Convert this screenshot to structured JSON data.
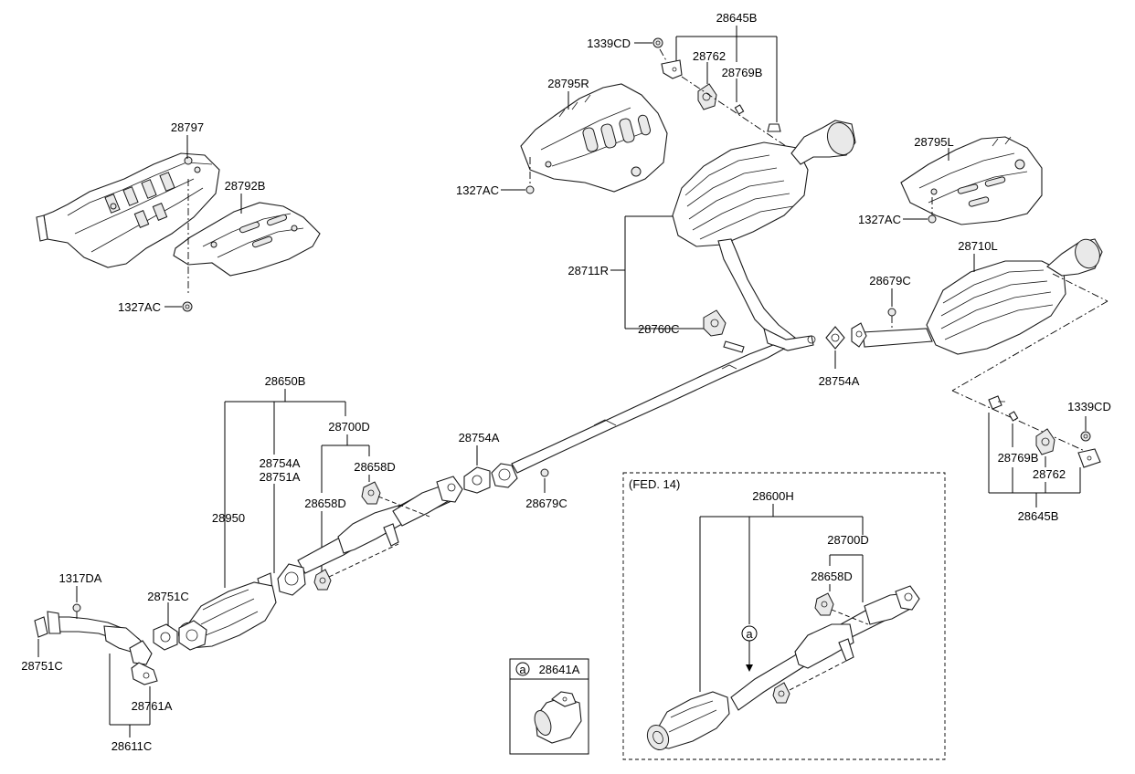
{
  "labels": {
    "l_28797": "28797",
    "l_28792B": "28792B",
    "l_1327AC_a": "1327AC",
    "l_28795R": "28795R",
    "l_1327AC_b": "1327AC",
    "l_28645B_top": "28645B",
    "l_1339CD_top": "1339CD",
    "l_28762_top": "28762",
    "l_28769B_top": "28769B",
    "l_28795L": "28795L",
    "l_1327AC_c": "1327AC",
    "l_28711R": "28711R",
    "l_28760C": "28760C",
    "l_28754A_right": "28754A",
    "l_28679C_right": "28679C",
    "l_28710L": "28710L",
    "l_1339CD_right": "1339CD",
    "l_28769B_right": "28769B",
    "l_28762_right": "28762",
    "l_28645B_right": "28645B",
    "l_28650B": "28650B",
    "l_28700D_main": "28700D",
    "l_28754A_mid": "28754A",
    "l_28751A": "28751A",
    "l_28658D_a": "28658D",
    "l_28658D_b": "28658D",
    "l_28950": "28950",
    "l_28754A_center": "28754A",
    "l_28679C_center": "28679C",
    "l_1317DA": "1317DA",
    "l_28751C_mid": "28751C",
    "l_28751C_left": "28751C",
    "l_28761A": "28761A",
    "l_28611C": "28611C",
    "l_fed14": "(FED. 14)",
    "l_28600H": "28600H",
    "l_28700D_inset": "28700D",
    "l_28658D_inset": "28658D",
    "l_callout_a": "a",
    "l_legend_a": "a",
    "l_28641A": "28641A"
  }
}
